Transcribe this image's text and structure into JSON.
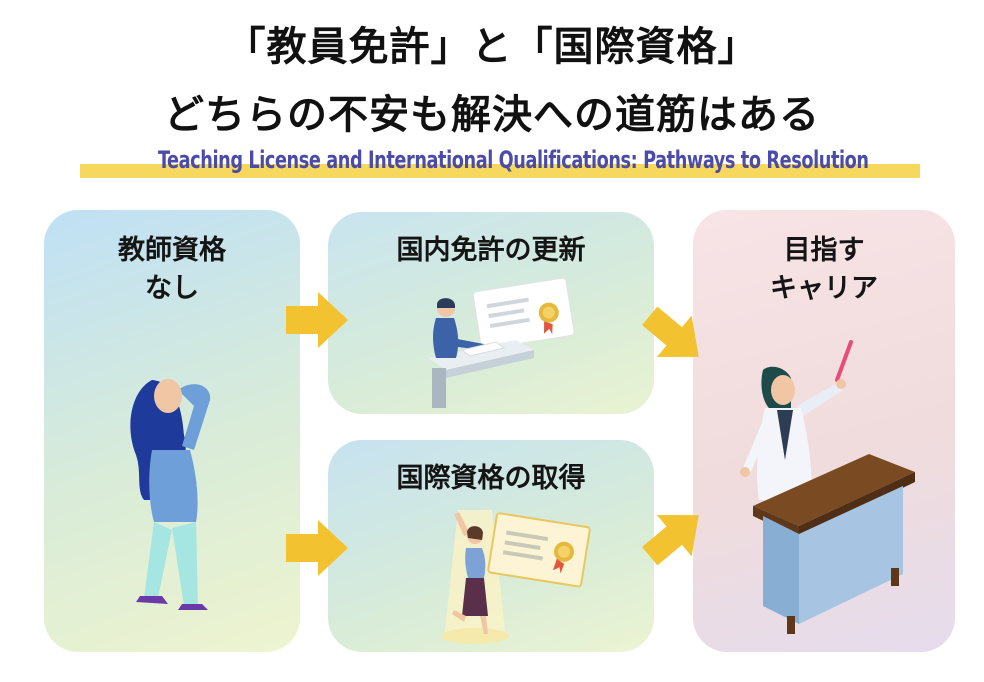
{
  "title": {
    "line1": "「教員免許」と「国際資格」",
    "line2": "どちらの不安も解決への道筋はある",
    "subtitle": "Teaching License and International Qualifications: Pathways to Resolution"
  },
  "nodes": {
    "start": {
      "line1": "教師資格",
      "line2": "なし"
    },
    "renewal": {
      "label": "国内免許の更新"
    },
    "international": {
      "label": "国際資格の取得"
    },
    "goal": {
      "line1": "目指す",
      "line2": "キャリア"
    }
  },
  "colors": {
    "arrow": "#f2c230",
    "subtitle_text": "#4b4ba8",
    "highlight": "#f7e27a"
  }
}
